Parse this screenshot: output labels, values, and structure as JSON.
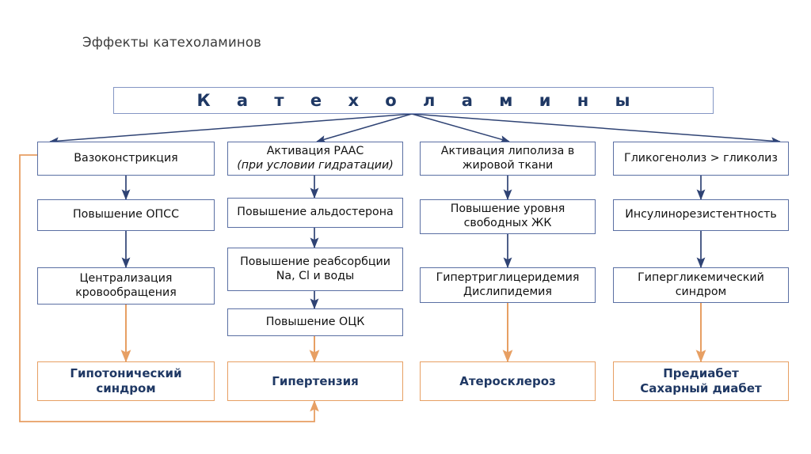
{
  "title": "Эффекты катехоламинов",
  "colors": {
    "blue_border": "#5a6fa3",
    "head_border": "#8496c4",
    "orange_border": "#e79f63",
    "arrow_blue": "#2f4374",
    "arrow_orange": "#e79f63",
    "head_text": "#1f3864",
    "body_text": "#111111",
    "title_text": "#3b3b3b"
  },
  "head": {
    "label": "К а т е х о л а м и н ы"
  },
  "columns": [
    {
      "id": "column-vasoconstriction",
      "nodes": [
        {
          "id": "node-vasoconstriction",
          "line1": "Вазоконстрикция",
          "line2": "",
          "style": "blue"
        },
        {
          "id": "node-increased-opss",
          "line1": "Повышение ОПСС",
          "line2": "",
          "style": "blue"
        },
        {
          "id": "node-circulation-centralization",
          "line1": "Централизация",
          "line2": "кровообращения",
          "style": "blue"
        },
        {
          "id": "node-hypotonic-syndrome",
          "line1": "Гипотонический",
          "line2": "синдром",
          "style": "orange"
        }
      ]
    },
    {
      "id": "column-raas",
      "nodes": [
        {
          "id": "node-raas-activation",
          "line1": "Активация РААС",
          "line2": "(при условии гидратации)",
          "line2_italic": true,
          "style": "blue"
        },
        {
          "id": "node-increased-aldosterone",
          "line1": "Повышение альдостерона",
          "line2": "",
          "style": "blue"
        },
        {
          "id": "node-increased-reabsorption",
          "line1": "Повышение реабсорбции",
          "line2": "Na, Cl и воды",
          "style": "blue"
        },
        {
          "id": "node-increased-ock",
          "line1": "Повышение ОЦК",
          "line2": "",
          "style": "blue"
        },
        {
          "id": "node-hypertension",
          "line1": "Гипертензия",
          "line2": "",
          "style": "orange"
        }
      ]
    },
    {
      "id": "column-lipolysis",
      "nodes": [
        {
          "id": "node-lipolysis-activation",
          "line1": "Активация липолиза в",
          "line2": "жировой ткани",
          "style": "blue"
        },
        {
          "id": "node-increased-free-fatty-acids",
          "line1": "Повышение уровня",
          "line2": "свободных ЖК",
          "style": "blue"
        },
        {
          "id": "node-hypertriglyceridemia",
          "line1": "Гипертриглицеридемия",
          "line2": "Дислипидемия",
          "style": "blue"
        },
        {
          "id": "node-atherosclerosis",
          "line1": "Атеросклероз",
          "line2": "",
          "style": "orange"
        }
      ]
    },
    {
      "id": "column-glycogenolysis",
      "nodes": [
        {
          "id": "node-glycogenolysis",
          "line1": "Гликогенолиз > гликолиз",
          "line2": "",
          "style": "blue"
        },
        {
          "id": "node-insulin-resistance",
          "line1": "Инсулинорезистентность",
          "line2": "",
          "style": "blue"
        },
        {
          "id": "node-hyperglycemic-syndrome",
          "line1": "Гипергликемический",
          "line2": "синдром",
          "style": "blue"
        },
        {
          "id": "node-prediabetes",
          "line1": "Предиабет",
          "line2": "Сахарный диабет",
          "style": "orange"
        }
      ]
    }
  ]
}
